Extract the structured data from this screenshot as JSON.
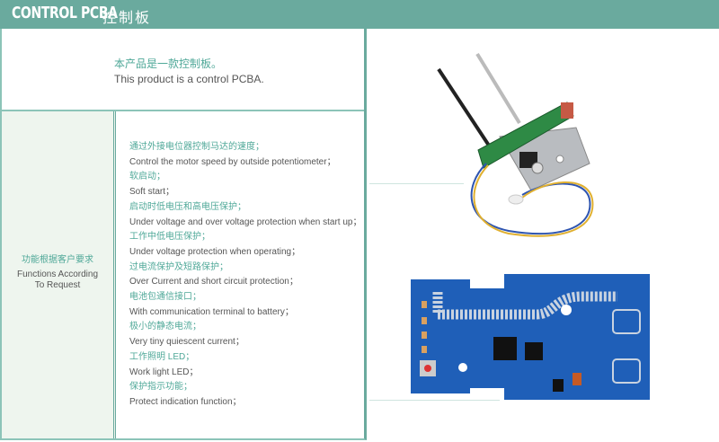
{
  "header": {
    "title_en": "CONTROL PCBA",
    "title_cn": "控制板"
  },
  "intro": {
    "cn": "本产品是一款控制板。",
    "en": "This product is a control PCBA."
  },
  "functions_label": {
    "cn": "功能根据客户要求",
    "en_line1": "Functions According",
    "en_line2": "To Request"
  },
  "features": [
    {
      "cn": "通过外接电位器控制马达的速度；",
      "en": "Control the motor speed by outside potentiometer；"
    },
    {
      "cn": "软启动；",
      "en": "Soft start；"
    },
    {
      "cn": "启动时低电压和高电压保护；",
      "en": "Under voltage and over voltage protection when start up；"
    },
    {
      "cn": "工作中低电压保护；",
      "en": "Under voltage protection when operating；"
    },
    {
      "cn": "过电流保护及短路保护；",
      "en": "Over Current and short circuit protection；"
    },
    {
      "cn": "电池包通信接口；",
      "en": "With communication terminal to battery；"
    },
    {
      "cn": "极小的静态电流；",
      "en": "Very tiny quiescent current；"
    },
    {
      "cn": "工作照明 LED；",
      "en": "Work light LED；"
    },
    {
      "cn": "保护指示功能；",
      "en": "Protect indication function；"
    }
  ],
  "colors": {
    "accent": "#6aaa9e",
    "chinese_text": "#4fa898",
    "label_bg": "#eef5ee",
    "pcb_blue": "#1f5fb8"
  }
}
